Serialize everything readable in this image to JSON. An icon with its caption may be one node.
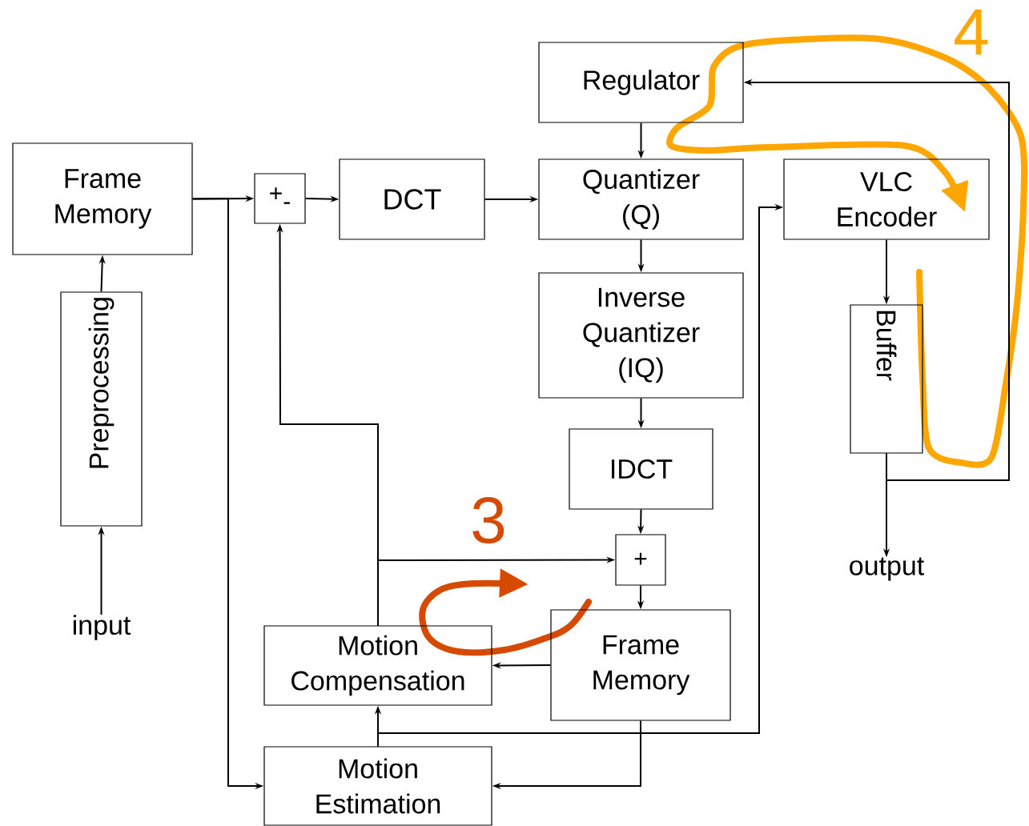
{
  "diagram": {
    "nodes": [
      {
        "text": [
          "Frame Memory"
        ]
      },
      {
        "text": [
          "Preprocessing"
        ]
      },
      {
        "text": [
          "input"
        ]
      },
      {
        "text": [
          "+",
          "-"
        ]
      },
      {
        "text": [
          "DCT"
        ]
      },
      {
        "text": [
          "Regulator"
        ]
      },
      {
        "text": [
          "Quantizer (Q)"
        ]
      },
      {
        "text": [
          "Inverse Quantizer (IQ)"
        ]
      },
      {
        "text": [
          "IDCT"
        ]
      },
      {
        "text": [
          "+"
        ]
      },
      {
        "text": [
          "Frame Memory"
        ]
      },
      {
        "text": [
          "Motion Compensation"
        ]
      },
      {
        "text": [
          "Motion Estimation"
        ]
      },
      {
        "text": [
          "VLC Encoder"
        ]
      },
      {
        "text": [
          "Buffer"
        ]
      },
      {
        "text": [
          "output"
        ]
      }
    ],
    "edges": [
      {
        "from": 2,
        "to": 1,
        "arrow": "to"
      },
      {
        "from": 1,
        "to": 0,
        "arrow": "to"
      },
      {
        "from": 0,
        "to": 3,
        "arrow": "to"
      },
      {
        "from": 0,
        "to": 12,
        "arrow": "to"
      },
      {
        "from": 3,
        "to": 4,
        "arrow": "to"
      },
      {
        "from": 4,
        "to": 6,
        "arrow": "to"
      },
      {
        "from": 5,
        "to": 6,
        "arrow": "to"
      },
      {
        "from": 6,
        "to": 7,
        "arrow": "to"
      },
      {
        "from": 7,
        "to": 8,
        "arrow": "to"
      },
      {
        "from": 8,
        "to": 9,
        "arrow": "to"
      },
      {
        "from": 9,
        "to": 10,
        "arrow": "to"
      },
      {
        "from": 11,
        "to": 9,
        "arrow": "to"
      },
      {
        "from": 11,
        "to": 3,
        "arrow": "to"
      },
      {
        "from": 10,
        "to": 11,
        "arrow": "to"
      },
      {
        "from": 10,
        "to": 12,
        "arrow": "to"
      },
      {
        "from": 12,
        "to": 11,
        "arrow": "to"
      },
      {
        "from": 12,
        "to": 13,
        "arrow": "to"
      },
      {
        "from": 13,
        "to": 14,
        "arrow": "to"
      },
      {
        "from": 14,
        "to": 15,
        "arrow": "to"
      },
      {
        "from": 14,
        "to": 5,
        "arrow": "to"
      }
    ],
    "labels": [
      "3",
      "4"
    ]
  }
}
